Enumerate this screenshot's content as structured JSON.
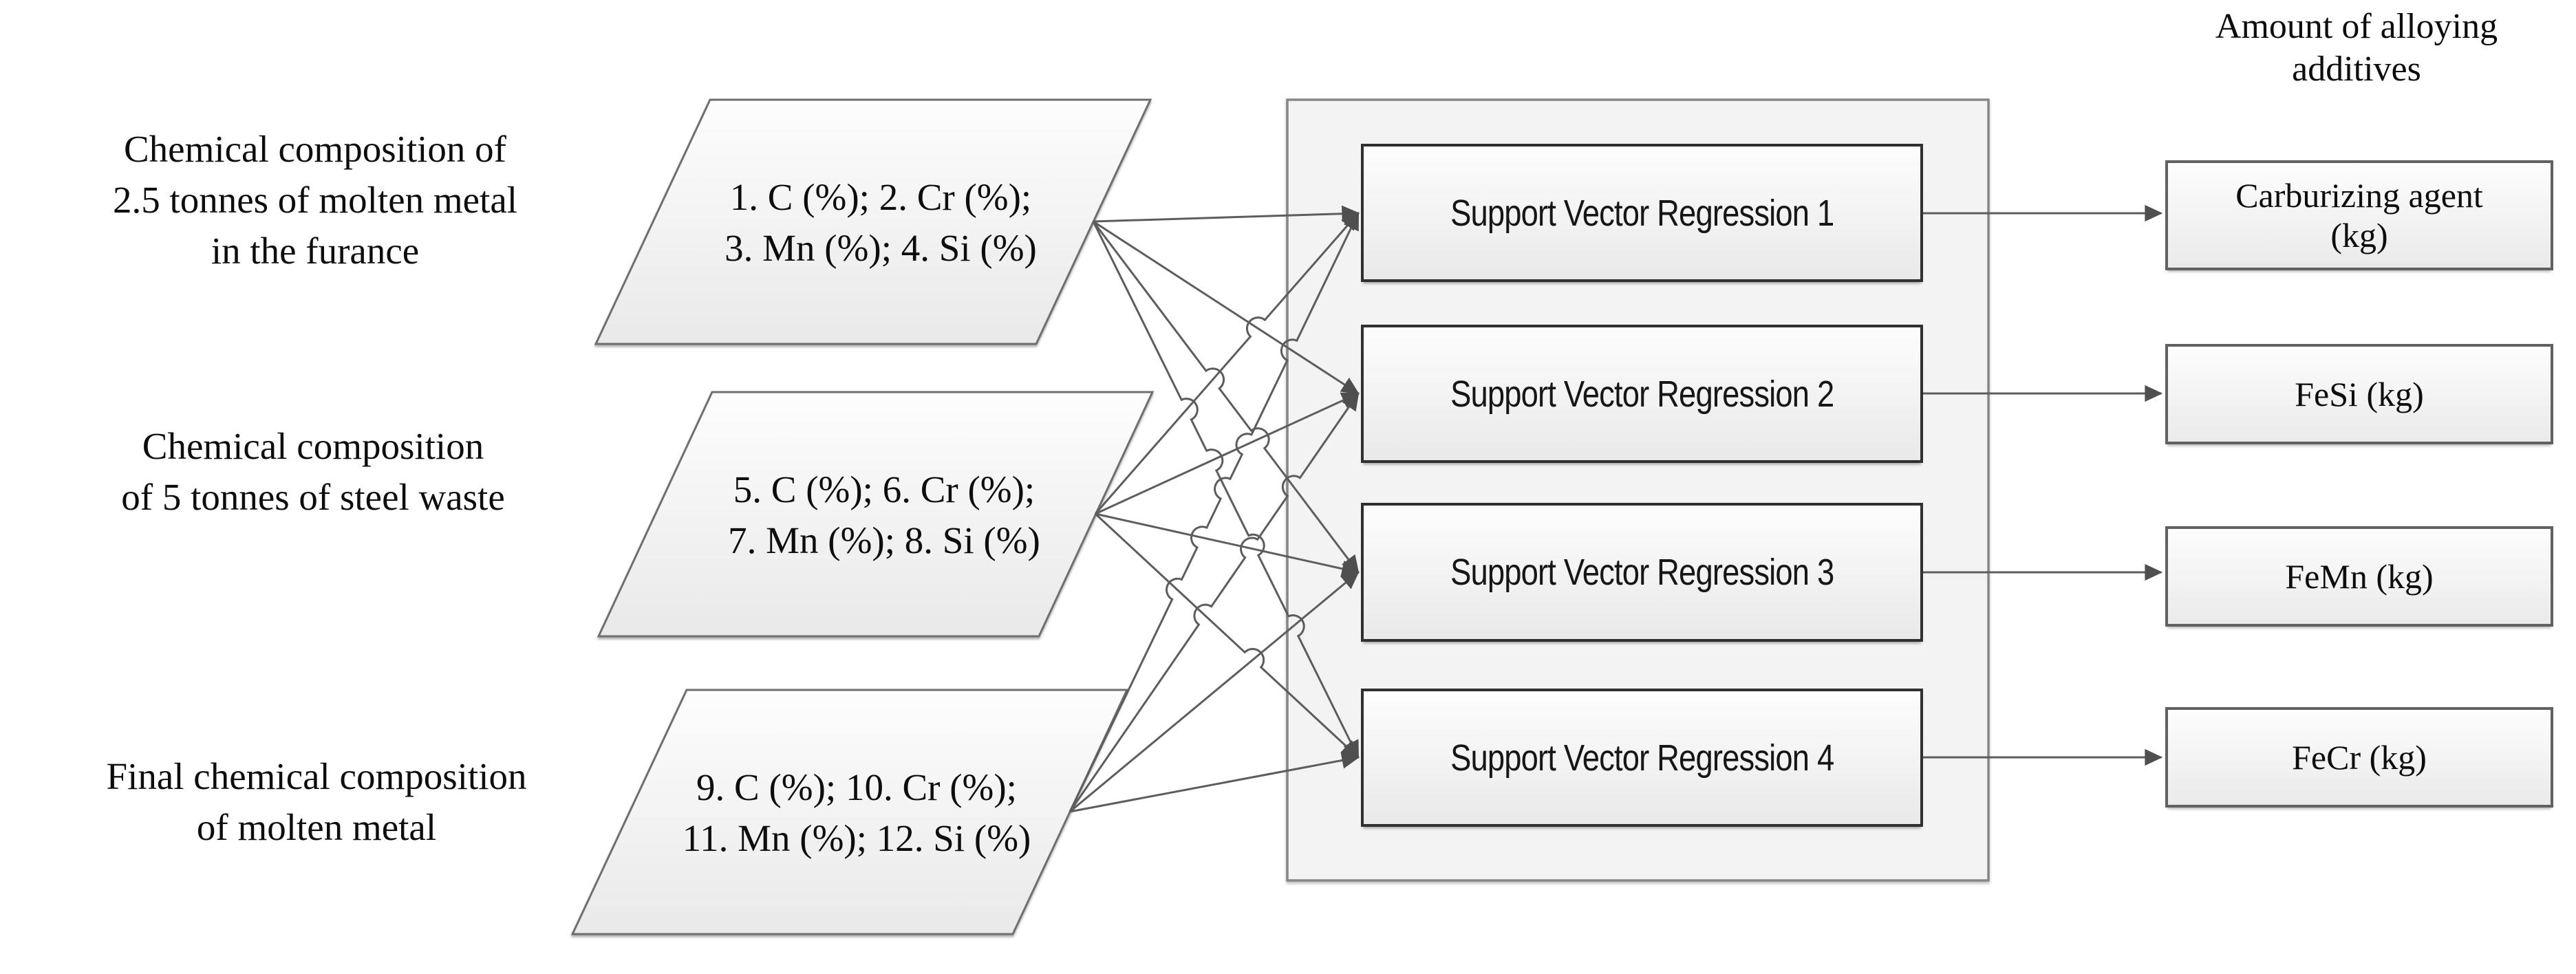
{
  "diagram": {
    "left_labels": [
      {
        "lines": [
          "Chemical composition of",
          "2.5 tonnes of molten metal",
          "in the furance"
        ]
      },
      {
        "lines": [
          "Chemical composition",
          "of 5 tonnes of steel waste"
        ]
      },
      {
        "lines": [
          "Final chemical composition",
          "of molten metal"
        ]
      }
    ],
    "input_nodes": [
      {
        "lines": [
          "1. C (%); 2. Cr (%);",
          "3. Mn (%); 4. Si (%)"
        ]
      },
      {
        "lines": [
          "5. C (%); 6. Cr (%);",
          "7. Mn (%); 8. Si (%)"
        ]
      },
      {
        "lines": [
          "9. C (%); 10. Cr (%);",
          "11. Mn (%); 12. Si (%)"
        ]
      }
    ],
    "models": [
      {
        "label": "Support Vector Regression 1"
      },
      {
        "label": "Support Vector Regression 2"
      },
      {
        "label": "Support Vector Regression 3"
      },
      {
        "label": "Support Vector Regression 4"
      }
    ],
    "outputs_header": {
      "lines": [
        "Amount of alloying",
        "additives"
      ]
    },
    "output_nodes": [
      {
        "lines": [
          "Carburizing agent",
          "(kg)"
        ]
      },
      {
        "lines": [
          "FeSi (kg)"
        ]
      },
      {
        "lines": [
          "FeMn (kg)"
        ]
      },
      {
        "lines": [
          "FeCr (kg)"
        ]
      }
    ],
    "colors": {
      "line": "#5d5d5d",
      "arrow": "#4f4f4f",
      "parallelogram_border": "#6f6f6f",
      "container_border": "#868686",
      "container_fill": "#f3f3f3",
      "shape_fill_top": "#fdfdfd",
      "shape_fill_bottom": "#e9e9e9",
      "text": "#0d0d0d"
    }
  }
}
